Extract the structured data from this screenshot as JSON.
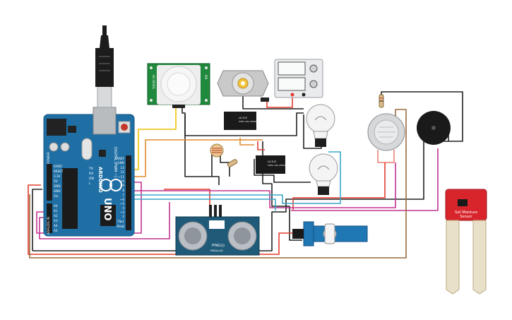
{
  "arduino": {
    "brand": "ARDUINO",
    "model": "UNO",
    "header_power": [
      "IOREF",
      "RESET",
      "3.3V",
      "5V",
      "GND",
      "GND",
      "Vin"
    ],
    "header_analog": [
      "A0",
      "A1",
      "A2",
      "A3",
      "A4",
      "A5"
    ],
    "header_digital": [
      "AREF",
      "GND",
      "13",
      "12",
      "~11",
      "~10",
      "~9",
      "8",
      "7",
      "~6",
      "~5",
      "4",
      "~3",
      "2",
      "TX▸1",
      "RX◂0"
    ],
    "tx_label": "TX",
    "rx_label": "RX",
    "on_label": "ON",
    "l_label": "L",
    "digital_label": "DIGITAL (PWM ~)",
    "power_label": "POWER",
    "analog_label": "ANALOG IN"
  },
  "pir_sensor": {
    "side_left": "HC-SR501",
    "side_right": "PIR"
  },
  "ultrasonic": {
    "brand": "PING))) ",
    "caption": "PARALLAX"
  },
  "relay1": {
    "label_line1": "LU-5-R",
    "label_line2": "5VDC 10A 250VAC"
  },
  "relay2": {
    "label_line1": "LU-5-R",
    "label_line2": "5VDC 10A 250VAC"
  },
  "soil_sensor": {
    "label_line1": "Soil Moisture",
    "label_line2": "Sensor"
  },
  "colors": {
    "board_blue": "#1f6fa5",
    "wire_red": "#e23b2e",
    "wire_black": "#222222",
    "wire_yellow": "#f2c200",
    "wire_magenta": "#c2338f",
    "wire_cyan": "#3aa6c9",
    "wire_brown": "#9a6a3c",
    "wire_orange": "#e08b2f",
    "pir_green": "#1f8a3d",
    "soil_red": "#d8252c"
  }
}
